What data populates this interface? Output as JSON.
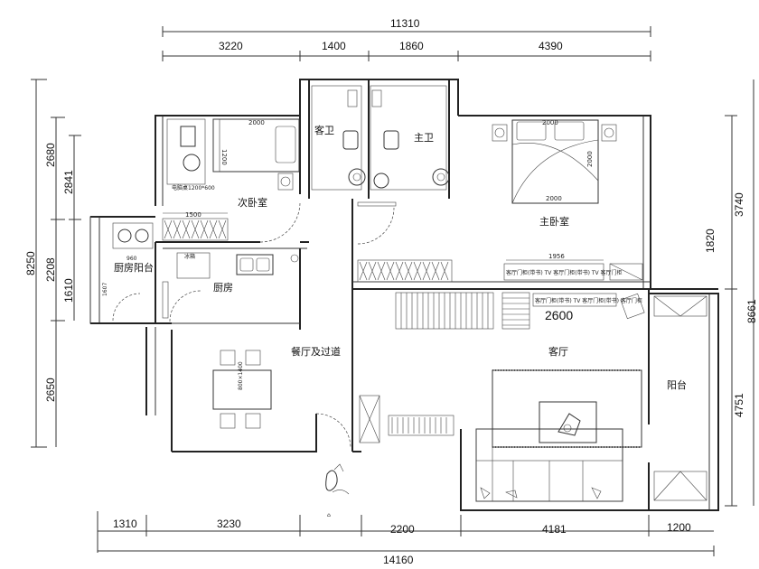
{
  "dimensions": {
    "top_total": "11310",
    "top_segments": [
      "3220",
      "1400",
      "1860",
      "4390"
    ],
    "bottom_total": "14160",
    "bottom_segments": [
      "1310",
      "3230",
      "2200",
      "4181",
      "1200"
    ],
    "left_outer": "8250",
    "left_mid": [
      "2680",
      "2208",
      "2650"
    ],
    "left_inner": [
      "2841",
      "1610"
    ],
    "left_small": "1607",
    "right_outer": "8661",
    "right_segments": [
      "3740",
      "1820",
      "4751"
    ]
  },
  "rooms": {
    "guest_bath": "客卫",
    "master_bath": "主卫",
    "second_bedroom": "次卧室",
    "master_bedroom": "主卧室",
    "kitchen_balcony": "厨房阳台",
    "kitchen": "厨房",
    "dining": "餐厅及过道",
    "living": "客厅",
    "balcony": "阳台"
  },
  "furniture": {
    "bed_small": "2000",
    "bed_small_side": "1200",
    "desk": "电脑桌1200*600",
    "wardrobe_second": "1500",
    "bed_master_top": "2000",
    "bed_master_side": "2000",
    "bed_master_bottom": "2000",
    "tv_cabinet_master": "1956",
    "stair_width": "2600",
    "fridge": "冰箱",
    "kitchen_sub": "960",
    "table_label": "800×1400",
    "tv_row_master": "客厅门柜(带书)  TV  客厅门柜(带书)  TV  客厅门柜",
    "tv_row_living": "客厅门柜(带书)  TV  客厅门柜(带书)  客厅门柜"
  }
}
